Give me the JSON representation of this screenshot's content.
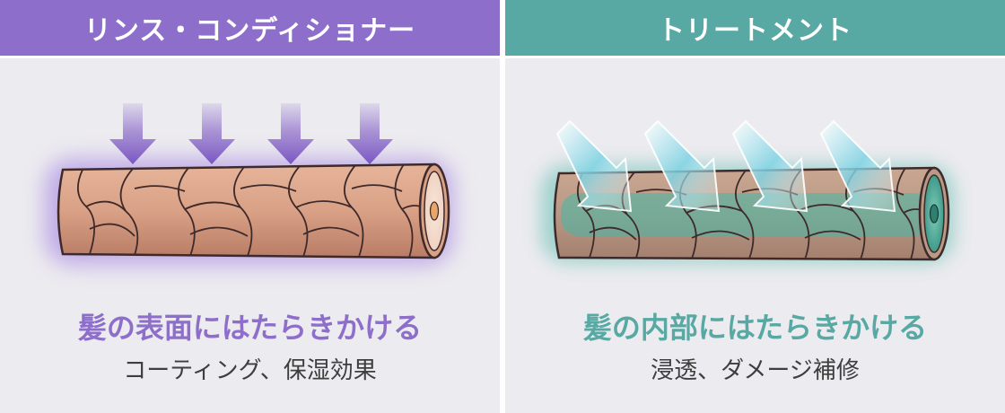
{
  "panels": [
    {
      "id": "left",
      "header": "リンス・コンディショナー",
      "caption_main": "髪の表面にはたらきかける",
      "caption_sub": "コーティング、保湿効果",
      "accent_color": "#8e6ecb",
      "arrow_icon": "down-arrow-icon",
      "glow": "surface-coating"
    },
    {
      "id": "right",
      "header": "トリートメント",
      "caption_main": "髪の内部にはたらきかける",
      "caption_sub": "浸透、ダメージ補修",
      "accent_color": "#58a8a3",
      "arrow_icon": "diagonal-arrow-icon",
      "glow": "inner-penetration"
    }
  ],
  "colors": {
    "panel_bg": "#ecebef",
    "hair_fill": "#d9a186",
    "hair_stroke": "#3e2a2a"
  }
}
